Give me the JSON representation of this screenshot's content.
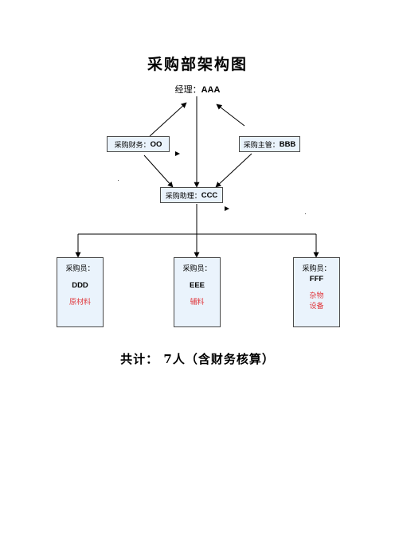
{
  "title": "采购部架构图",
  "manager": {
    "role": "经理：",
    "name": "AAA"
  },
  "finance": {
    "role": "采购财务：",
    "name": "OO"
  },
  "supervisor": {
    "role": "采购主管：",
    "name": "BBB"
  },
  "assistant": {
    "role": "采购助理：",
    "name": "CCC"
  },
  "buyers": [
    {
      "role": "采购员：",
      "name": "DDD",
      "scope": "原材料"
    },
    {
      "role": "采购员：",
      "name": "EEE",
      "scope": "辅料"
    },
    {
      "role": "采购员：",
      "name": "FFF",
      "scope_lines": [
        "杂物",
        "设备"
      ]
    }
  ],
  "total": "共计： 7人（含财务核算）",
  "colors": {
    "box_fill": "#eaf3fc",
    "scope_text": "#e0393e",
    "line": "#000000"
  }
}
